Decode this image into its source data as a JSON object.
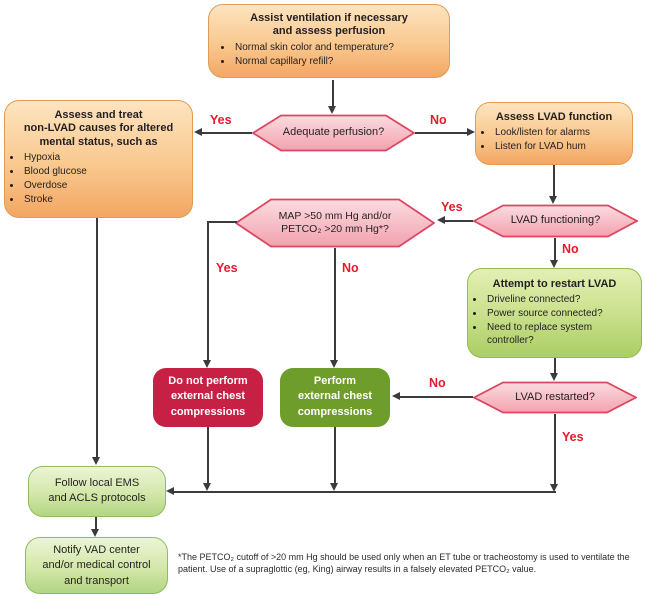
{
  "diagram": {
    "nodes": {
      "assist_ventilation": {
        "heading_lines": [
          "Assist ventilation if necessary",
          "and assess perfusion"
        ],
        "bullets": [
          "Normal skin color and temperature?",
          "Normal capillary refill?"
        ]
      },
      "assess_non_lvad": {
        "heading_lines": [
          "Assess and treat",
          "non-LVAD causes for altered",
          "mental status, such as"
        ],
        "bullets": [
          "Hypoxia",
          "Blood glucose",
          "Overdose",
          "Stroke"
        ]
      },
      "adequate_perfusion": {
        "question": "Adequate perfusion?"
      },
      "assess_lvad": {
        "heading_lines": [
          "Assess LVAD function"
        ],
        "bullets": [
          "Look/listen for alarms",
          "Listen for LVAD hum"
        ]
      },
      "lvad_functioning": {
        "question": "LVAD functioning?"
      },
      "map_check": {
        "line1": "MAP >50 mm Hg and/or",
        "line2": "PETCO₂ >20 mm Hg*?"
      },
      "attempt_restart": {
        "heading_lines": [
          "Attempt to restart LVAD"
        ],
        "bullets": [
          "Driveline connected?",
          "Power source connected?",
          "Need to replace system controller?"
        ]
      },
      "do_not_compress": {
        "lines": [
          "Do not perform",
          "external chest",
          "compressions"
        ]
      },
      "perform_compress": {
        "lines": [
          "Perform",
          "external chest",
          "compressions"
        ]
      },
      "lvad_restarted": {
        "question": "LVAD restarted?"
      },
      "follow_protocols": {
        "lines": [
          "Follow local EMS",
          "and ACLS protocols"
        ]
      },
      "notify_vad": {
        "lines": [
          "Notify VAD center",
          "and/or medical control",
          "and transport"
        ]
      }
    },
    "edge_labels": {
      "adequate_yes": "Yes",
      "adequate_no": "No",
      "functioning_yes": "Yes",
      "functioning_no": "No",
      "map_yes": "Yes",
      "map_no": "No",
      "restarted_no": "No",
      "restarted_yes": "Yes"
    },
    "footnote": "*The PETCO₂ cutoff of >20 mm Hg should be used only when an ET tube or tracheostomy is used to ventilate the patient. Use of a supraglottic (eg, King) airway results in a falsely elevated PETCO₂ value.",
    "colors": {
      "orange_box_top": "#FDE4BF",
      "orange_box_bottom": "#F3A763",
      "orange_box_border": "#E29A54",
      "pink_hex_top": "#FBDCE0",
      "pink_hex_bottom": "#F2A2AF",
      "pink_hex_border": "#DD4560",
      "green_box_top": "#E3EFB4",
      "green_box_bottom": "#ABCE65",
      "green_box_border": "#93BC4B",
      "light_green_top": "#ECF5D6",
      "light_green_bottom": "#B2D584",
      "red_box": "#C62045",
      "olive_box": "#6F9D2C",
      "label_red": "#E8192D",
      "arrow": "#3B3B3D",
      "text": "#231F20"
    }
  }
}
